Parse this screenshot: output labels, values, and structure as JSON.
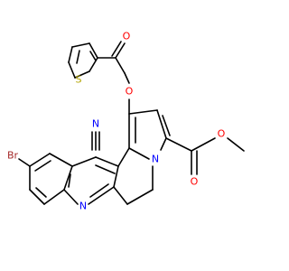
{
  "molecule": {
    "atoms": {
      "br": "Br",
      "cn_n": "N",
      "ring_n": "N",
      "pyrrole_n": "N",
      "thio_s": "S",
      "ester1_o_carbonyl": "O",
      "ester1_o_ether": "O",
      "ester2_o_carbonyl": "O",
      "ester2_o_ether": "O"
    },
    "colors": {
      "bond": "#000000",
      "bromine": "#a52a2a",
      "nitrogen": "#0000ff",
      "oxygen": "#ff0000",
      "sulfur": "#b3a400"
    }
  }
}
